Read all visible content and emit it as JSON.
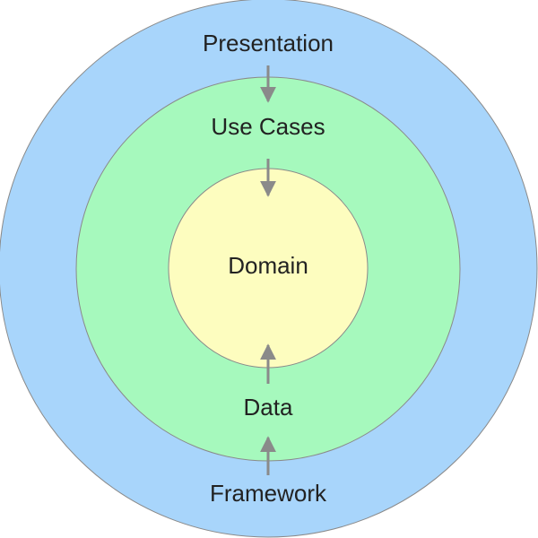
{
  "diagram": {
    "layers": {
      "outer": {
        "top_label": "Presentation",
        "bottom_label": "Framework",
        "fill": "#a8d5fb",
        "stroke": "#8a8a8a"
      },
      "middle": {
        "top_label": "Use Cases",
        "bottom_label": "Data",
        "fill": "#a6f9bd",
        "stroke": "#8a8a8a"
      },
      "inner": {
        "label": "Domain",
        "fill": "#fdfdbf",
        "stroke": "#8a8a8a"
      }
    },
    "arrow_color": "#8a8a8a",
    "arrows": [
      {
        "from": "Presentation",
        "to": "Use Cases"
      },
      {
        "from": "Use Cases",
        "to": "Domain"
      },
      {
        "from": "Data",
        "to": "Domain"
      },
      {
        "from": "Framework",
        "to": "Data"
      }
    ]
  }
}
